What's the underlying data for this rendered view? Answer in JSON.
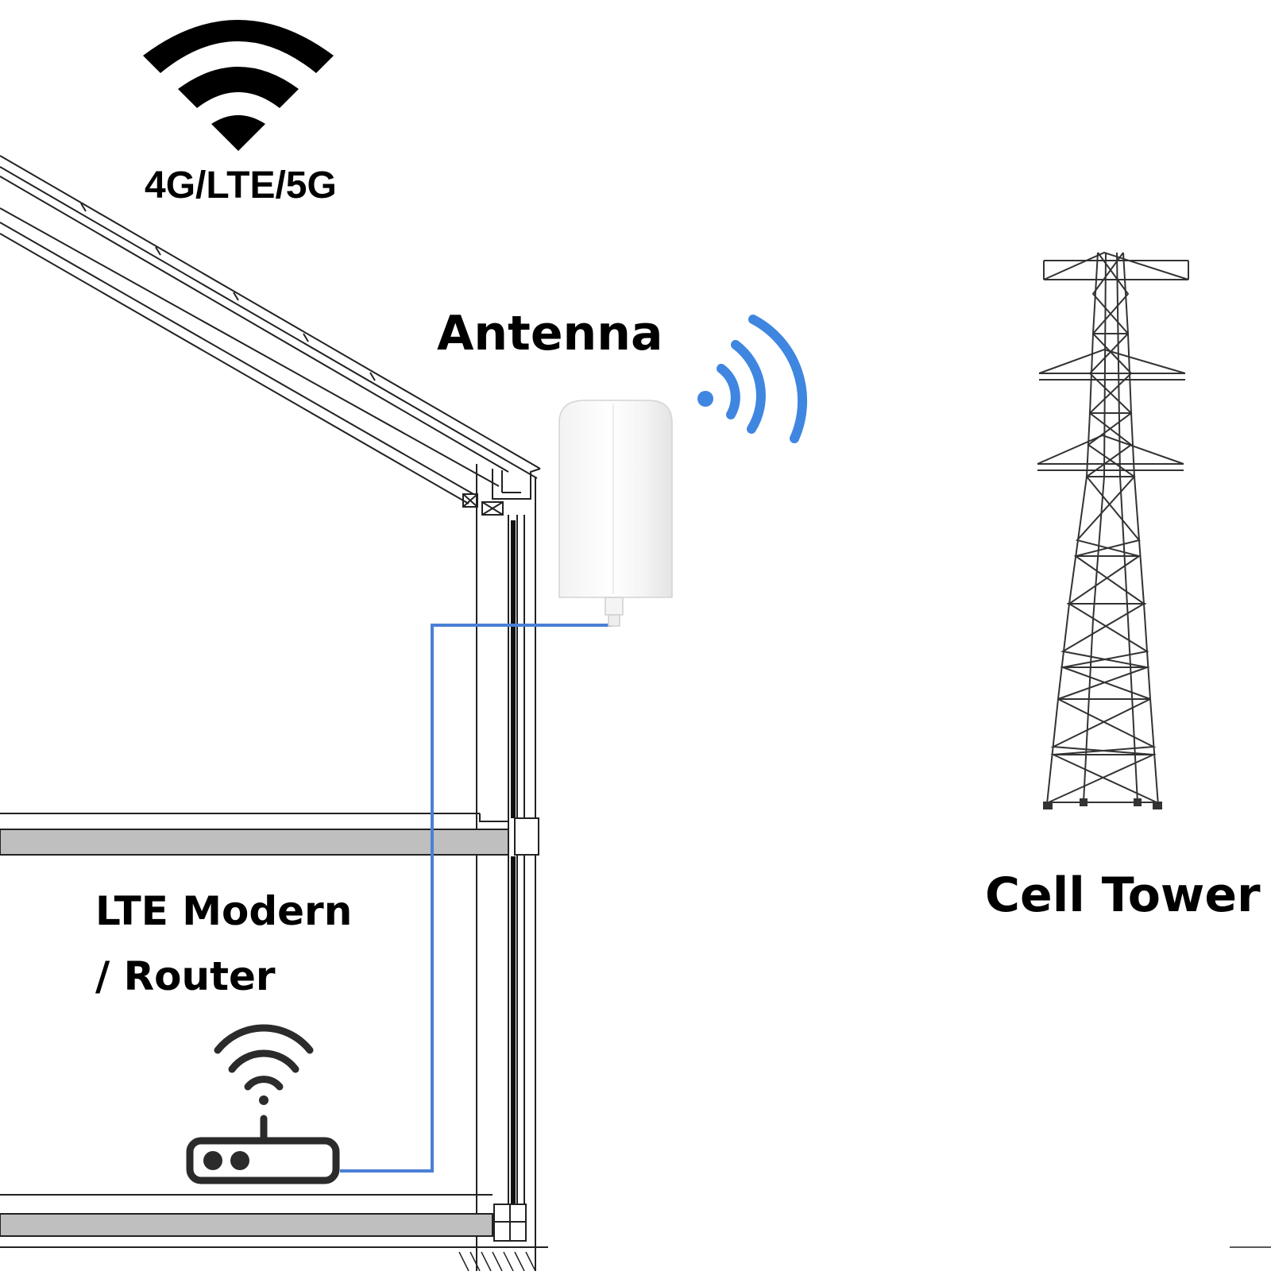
{
  "labels": {
    "signal_type": "4G/LTE/5G",
    "antenna": "Antenna",
    "router_line1": "LTE Modern",
    "router_line2": "/ Router",
    "tower": "Cell Tower"
  },
  "icons": {
    "top_wifi": "wifi-icon",
    "antenna_signal": "signal-waves-icon",
    "router": "router-icon",
    "tower": "lattice-tower-icon"
  },
  "colors": {
    "cable": "#4a7fd6",
    "signal_waves": "#3f86e0",
    "ink": "#000000",
    "floor_slab": "#bfbfbf",
    "antenna_body": "#f7f7f7"
  }
}
